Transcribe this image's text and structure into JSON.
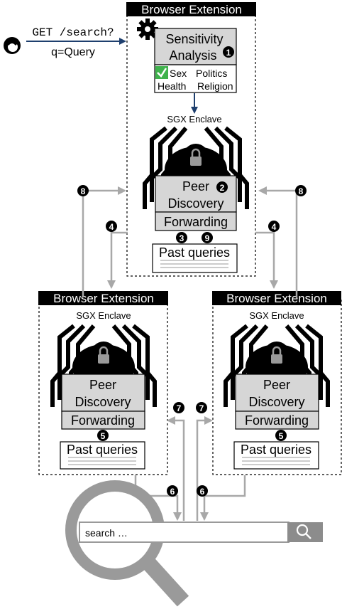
{
  "request": {
    "line1": "GET /search?",
    "line2": "q=Query"
  },
  "top_node": {
    "title": "Browser Extension",
    "sensitivity": {
      "line1": "Sensitivity",
      "line2": "Analysis",
      "step": "1",
      "topics": [
        "Sex",
        "Politics",
        "Health",
        "Religion"
      ]
    },
    "enclave_label": "SGX Enclave",
    "peer_line1": "Peer",
    "peer_line2": "Discovery",
    "peer_step": "2",
    "forwarding": "Forwarding",
    "steps_below": [
      "3",
      "9"
    ],
    "past_queries": "Past queries"
  },
  "peer_nodes": [
    {
      "title": "Browser Extension",
      "enclave_label": "SGX Enclave",
      "peer_line1": "Peer",
      "peer_line2": "Discovery",
      "forwarding": "Forwarding",
      "step": "5",
      "past_queries": "Past queries"
    },
    {
      "title": "Browser Extension",
      "enclave_label": "SGX Enclave",
      "peer_line1": "Peer",
      "peer_line2": "Discovery",
      "forwarding": "Forwarding",
      "step": "5",
      "past_queries": "Past queries"
    }
  ],
  "flow_steps": {
    "left_8": "8",
    "right_8": "8",
    "left_4": "4",
    "right_4": "4",
    "left_7": "7",
    "right_7": "7",
    "left_6": "6",
    "right_6": "6"
  },
  "search": {
    "placeholder": "search …"
  },
  "colors": {
    "arrow_blue": "#1e3f6e",
    "flow_gray": "#a8a8a8",
    "box_gray": "#d6d6d6",
    "check_green": "#3fb24c",
    "magnifier_gray": "#9a9a9a"
  }
}
